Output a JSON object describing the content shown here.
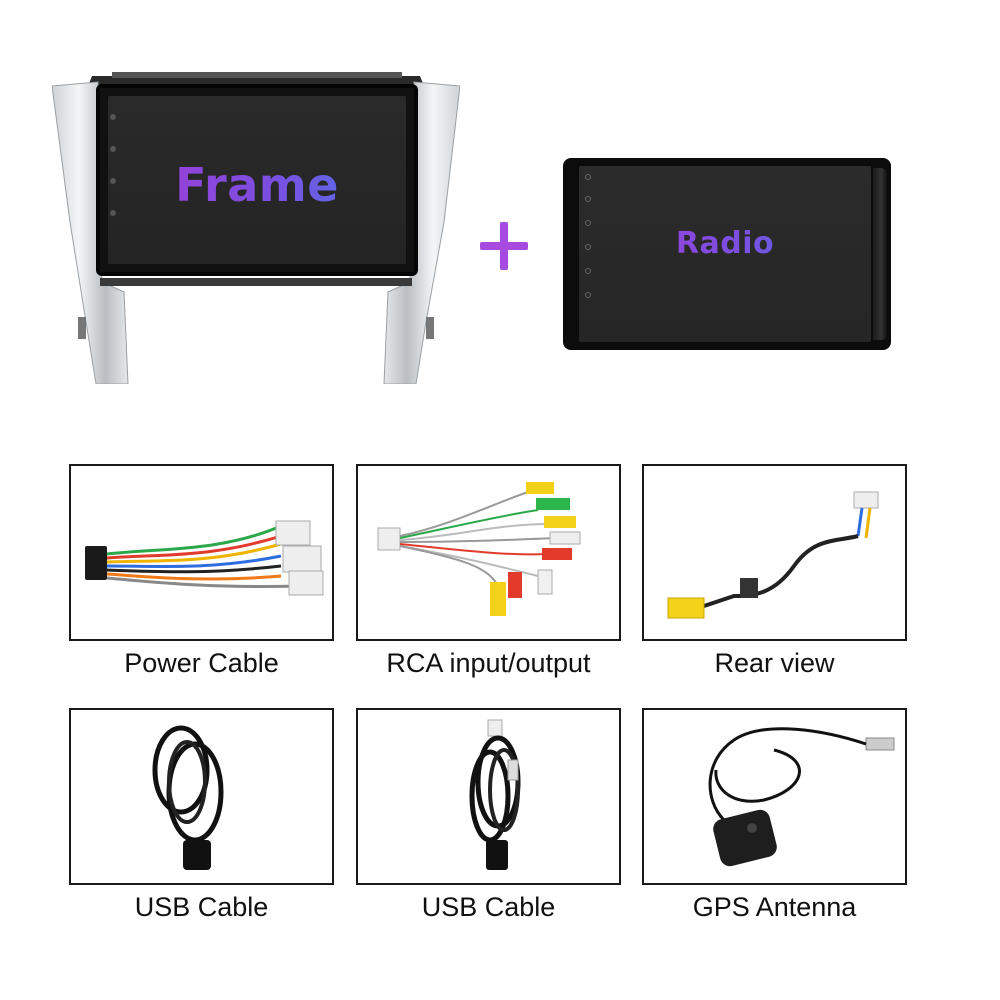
{
  "top": {
    "frame_label": "Frame",
    "plus_symbol": "+",
    "radio_label": "Radio",
    "label_gradient": [
      "#a43bd4",
      "#4a79e8"
    ],
    "plus_color": "#a74ae0"
  },
  "accessories": [
    {
      "caption": "Power Cable",
      "icon": "power-cable-harness"
    },
    {
      "caption": "RCA input/output",
      "icon": "rca-cable-bundle"
    },
    {
      "caption": "Rear view",
      "icon": "rear-view-camera-cable"
    },
    {
      "caption": "USB Cable",
      "icon": "usb-cable-coil"
    },
    {
      "caption": "USB Cable",
      "icon": "usb-cable-coil"
    },
    {
      "caption": "GPS Antenna",
      "icon": "gps-antenna"
    }
  ]
}
